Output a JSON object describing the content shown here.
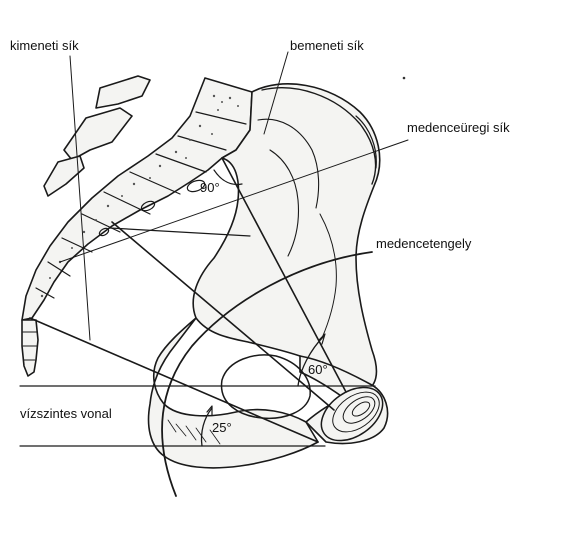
{
  "labels": {
    "outlet_plane": "kimeneti sík",
    "inlet_plane": "bemeneti sík",
    "midcavity_plane": "medenceüregi sík",
    "pelvic_axis": "medencetengely",
    "horizontal_line": "vízszintes vonal"
  },
  "angles": {
    "right_angle": "90°",
    "inclination_60": "60°",
    "inclination_25": "25°"
  },
  "colors": {
    "ink": "#1a1a1a",
    "bone_fill": "#f4f4f2",
    "background": "#ffffff"
  }
}
